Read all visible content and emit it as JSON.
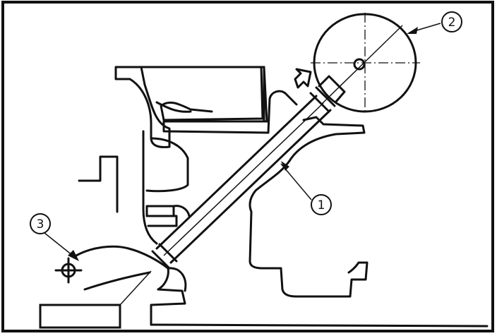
{
  "callouts": [
    {
      "id": "1",
      "text": "1"
    },
    {
      "id": "2",
      "text": "2"
    },
    {
      "id": "3",
      "text": "3"
    }
  ],
  "colors": {
    "ink": "#111111",
    "paper": "#ffffff"
  }
}
